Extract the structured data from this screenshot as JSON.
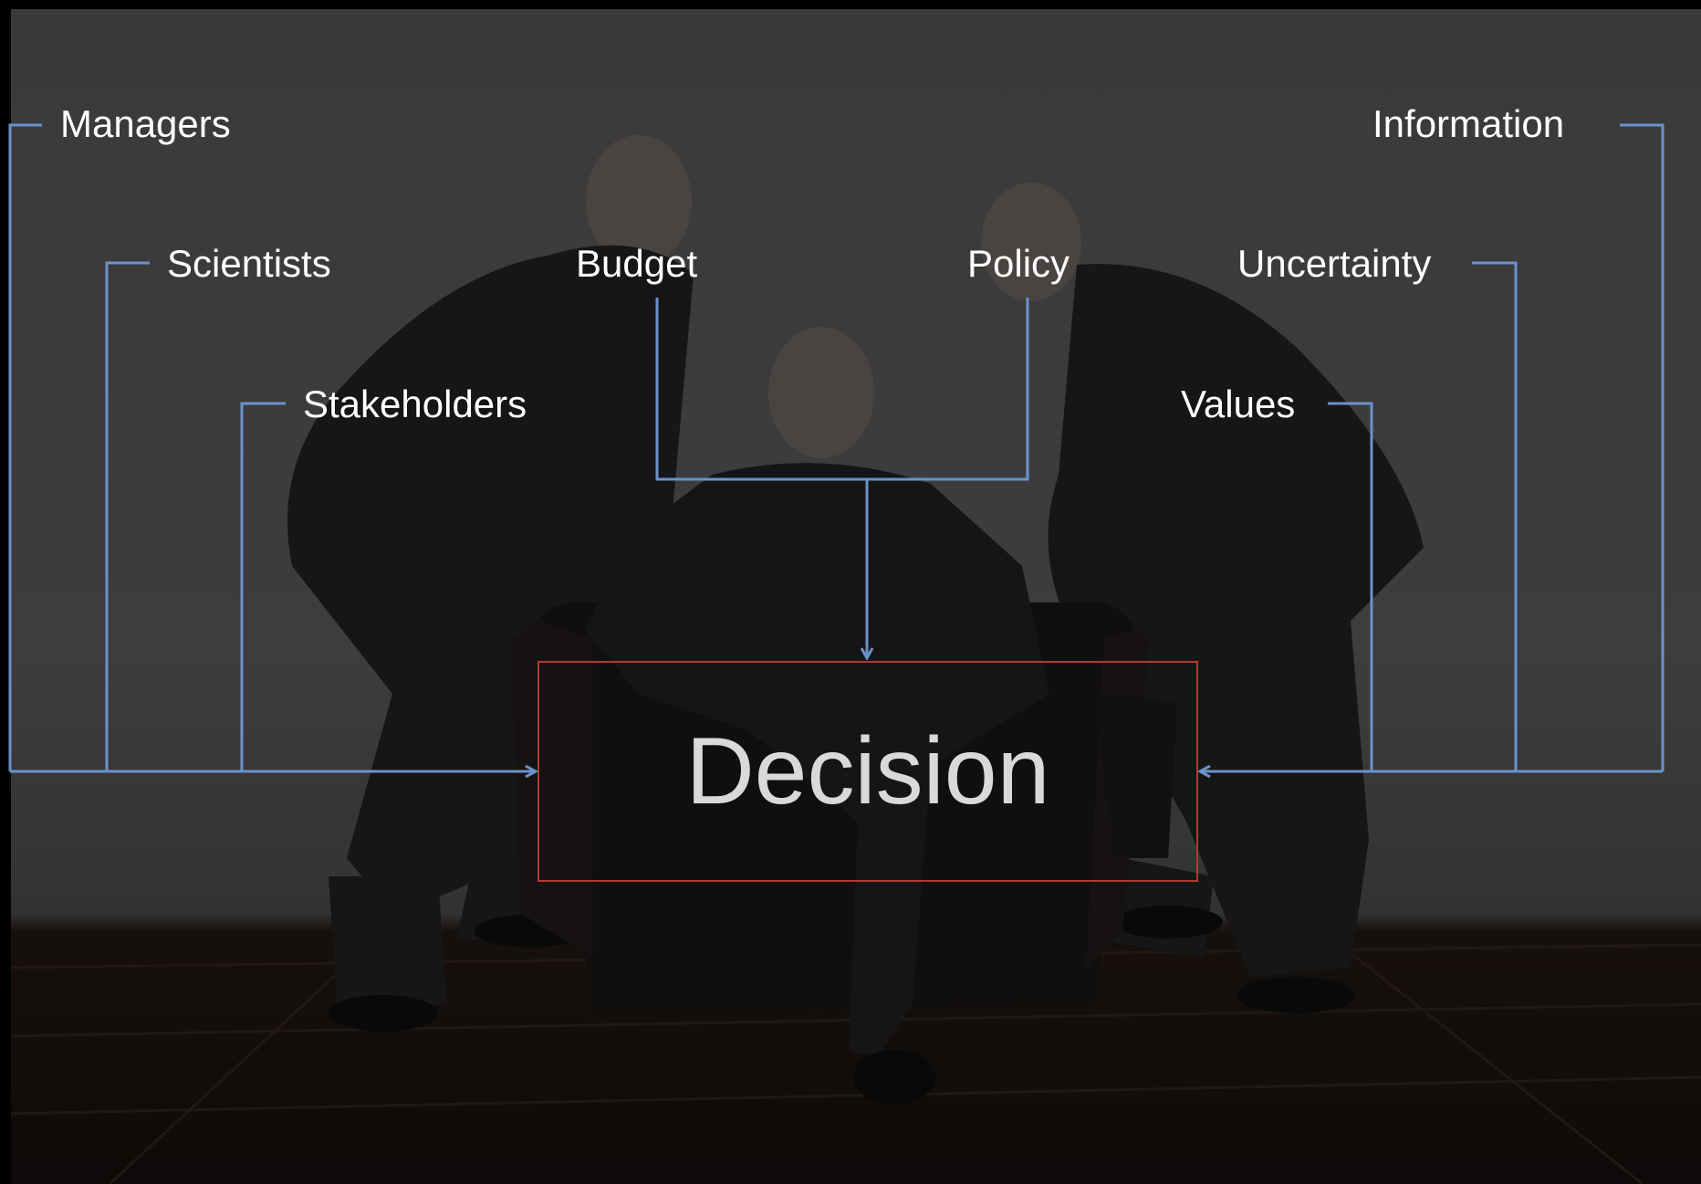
{
  "diagram": {
    "left_inputs": [
      "Managers",
      "Scientists",
      "Stakeholders"
    ],
    "top_inputs": [
      "Budget",
      "Policy"
    ],
    "right_inputs": [
      "Information",
      "Uncertainty",
      "Values"
    ],
    "center": "Decision"
  },
  "colors": {
    "connector": "#6a93cc",
    "decision_border": "#b03a2e",
    "label_text": "#ffffff",
    "decision_text": "#d9d9d9"
  }
}
